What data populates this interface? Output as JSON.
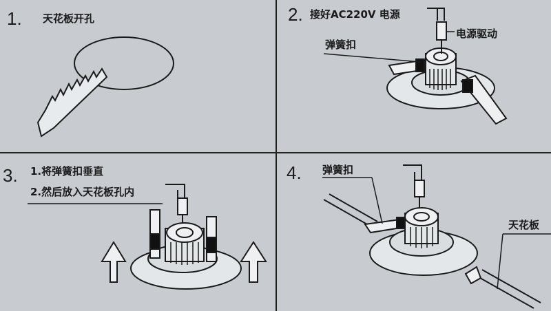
{
  "steps": [
    {
      "number": "1.",
      "title": "天花板开孔"
    },
    {
      "number": "2.",
      "title": "接好AC220V 电源",
      "labels": {
        "driver": "电源驱动",
        "spring_clip": "弹簧扣"
      }
    },
    {
      "number": "3.",
      "lines": [
        "1.将弹簧扣垂直",
        "2.然后放入天花板孔内"
      ]
    },
    {
      "number": "4.",
      "labels": {
        "spring_clip": "弹簧扣",
        "ceiling": "天花板"
      }
    }
  ]
}
